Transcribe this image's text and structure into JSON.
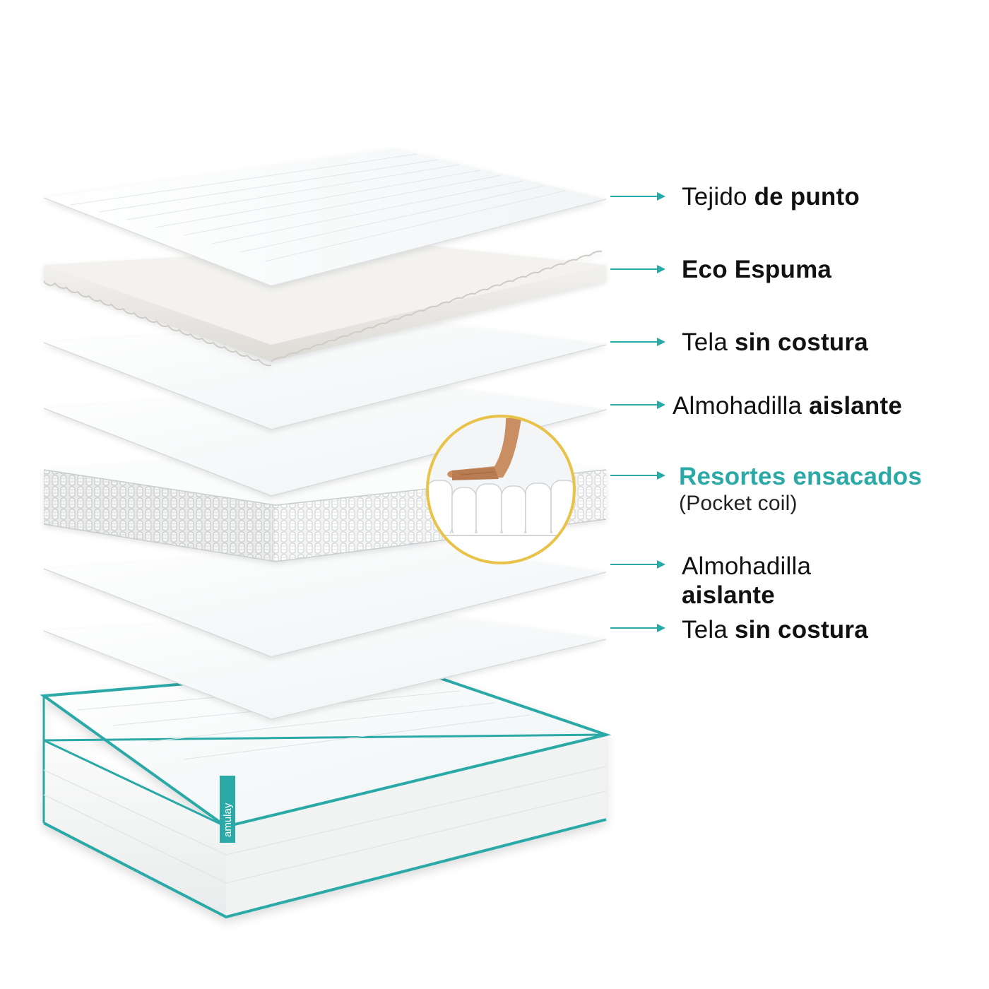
{
  "colors": {
    "accent": "#2aa9a7",
    "highlight_ring": "#e9c24a",
    "text": "#111111"
  },
  "brand": "amulay",
  "layers": [
    {
      "id": "tejido",
      "normal": "Tejido ",
      "bold": "de punto"
    },
    {
      "id": "eco",
      "normal": "",
      "bold": "Eco Espuma"
    },
    {
      "id": "tela1",
      "normal": "Tela ",
      "bold": "sin costura"
    },
    {
      "id": "almo1",
      "normal": "Almohadilla ",
      "bold": "aislante"
    },
    {
      "id": "resortes",
      "title": "Resortes ensacados",
      "subtitle": "(Pocket coil)"
    },
    {
      "id": "almo2",
      "normal": "Almohadilla",
      "bold": "aislante"
    },
    {
      "id": "tela2",
      "normal": "Tela ",
      "bold": "sin costura"
    }
  ]
}
